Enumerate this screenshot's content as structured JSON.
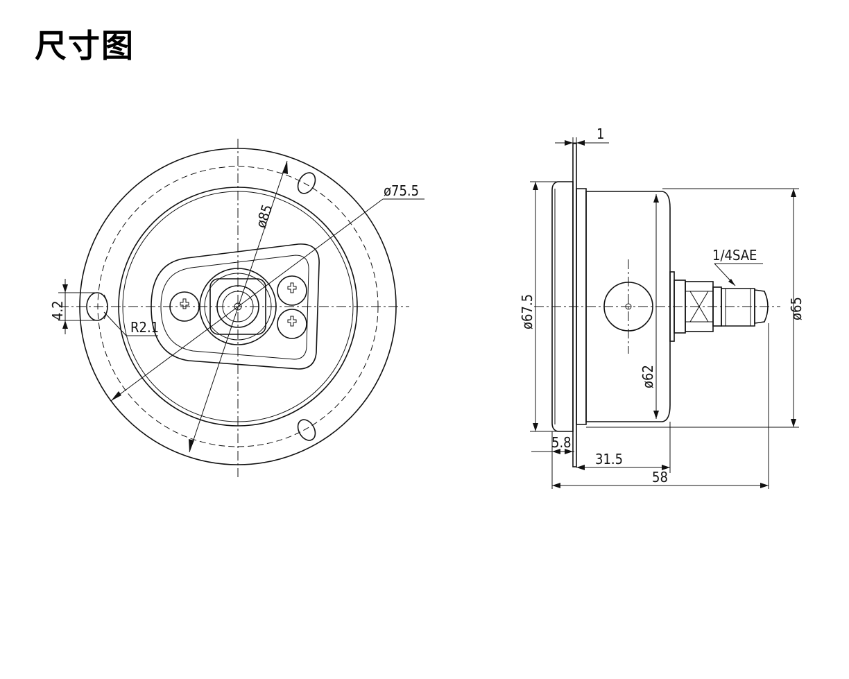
{
  "title": "尺寸图",
  "front_view": {
    "dim_dia_outer": "ø85",
    "dim_dia_pcd": "ø75.5",
    "dim_slot_width": "4.2",
    "dim_radius": "R2.1"
  },
  "side_view": {
    "dim_flange_thickness": "1",
    "dim_dia_flange": "ø67.5",
    "dim_dia_case": "ø62",
    "dim_dia_body": "ø65",
    "dim_thread": "1/4SAE",
    "dim_offset": "5.8",
    "dim_case_depth": "31.5",
    "dim_total_length": "58"
  }
}
